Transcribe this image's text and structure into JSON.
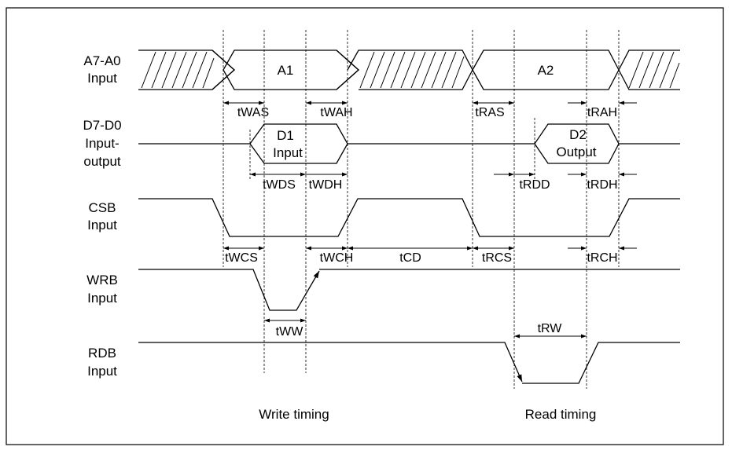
{
  "signals": [
    {
      "id": "addr",
      "lines": [
        "A7-A0",
        "Input"
      ]
    },
    {
      "id": "data",
      "lines": [
        "D7-D0",
        "Input-",
        "output"
      ]
    },
    {
      "id": "csb",
      "lines": [
        "CSB",
        "Input"
      ]
    },
    {
      "id": "wrb",
      "lines": [
        "WRB",
        "Input"
      ]
    },
    {
      "id": "rdb",
      "lines": [
        "RDB",
        "Input"
      ]
    }
  ],
  "bus_labels": {
    "a1": "A1",
    "a2": "A2",
    "d1": [
      "D1",
      "Input"
    ],
    "d2": [
      "D2",
      "Output"
    ]
  },
  "timings": {
    "twas": "tWAS",
    "twah": "tWAH",
    "tras": "tRAS",
    "trah": "tRAH",
    "twds": "tWDS",
    "twdh": "tWDH",
    "trdd": "tRDD",
    "trdh": "tRDH",
    "twcs": "tWCS",
    "twch": "tWCH",
    "tcd": "tCD",
    "trcs": "tRCS",
    "trch": "tRCH",
    "tww": "tWW",
    "trw": "tRW"
  },
  "captions": {
    "write": "Write timing",
    "read": "Read timing"
  }
}
